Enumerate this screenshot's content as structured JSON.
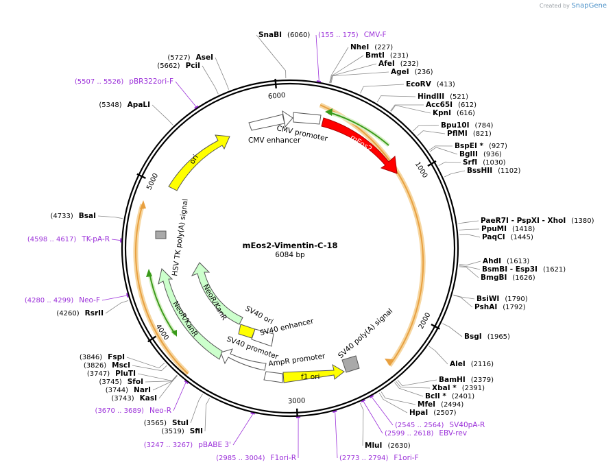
{
  "credit": {
    "prefix": "Created by",
    "brand": "SnapGene"
  },
  "plasmid": {
    "name": "mEos2-Vimentin-C-18",
    "length": "6084 bp"
  },
  "backbone_ticks": [
    {
      "label": "1000",
      "bp": 1000
    },
    {
      "label": "2000",
      "bp": 2000
    },
    {
      "label": "3000",
      "bp": 3000
    },
    {
      "label": "4000",
      "bp": 4000
    },
    {
      "label": "5000",
      "bp": 5000
    },
    {
      "label": "6000",
      "bp": 6000
    }
  ],
  "sites": [
    {
      "name": "SnaBI",
      "pos": "(6060)",
      "bp": 6060
    },
    {
      "name": "NheI",
      "pos": "(227)",
      "bp": 227
    },
    {
      "name": "BmtI",
      "pos": "(231)",
      "bp": 231
    },
    {
      "name": "AfeI",
      "pos": "(232)",
      "bp": 232
    },
    {
      "name": "AgeI",
      "pos": "(236)",
      "bp": 236
    },
    {
      "name": "EcoRV",
      "pos": "(413)",
      "bp": 413
    },
    {
      "name": "HindIII",
      "pos": "(521)",
      "bp": 521
    },
    {
      "name": "Acc65I",
      "pos": "(612)",
      "bp": 612
    },
    {
      "name": "KpnI",
      "pos": "(616)",
      "bp": 616
    },
    {
      "name": "Bpu10I",
      "pos": "(784)",
      "bp": 784
    },
    {
      "name": "PflMI",
      "pos": "(821)",
      "bp": 821
    },
    {
      "name": "BspEI *",
      "pos": "(927)",
      "bp": 927
    },
    {
      "name": "BglII",
      "pos": "(936)",
      "bp": 936
    },
    {
      "name": "SrfI",
      "pos": "(1030)",
      "bp": 1030
    },
    {
      "name": "BssHII",
      "pos": "(1102)",
      "bp": 1102
    },
    {
      "name": "PaeR7I  - PspXI  - XhoI",
      "pos": "(1380)",
      "bp": 1380
    },
    {
      "name": "PpuMI",
      "pos": "(1418)",
      "bp": 1418
    },
    {
      "name": "PaqCI",
      "pos": "(1445)",
      "bp": 1445
    },
    {
      "name": "AhdI",
      "pos": "(1613)",
      "bp": 1613
    },
    {
      "name": "BsmBI  - Esp3I",
      "pos": "(1621)",
      "bp": 1621
    },
    {
      "name": "BmgBI",
      "pos": "(1626)",
      "bp": 1626
    },
    {
      "name": "BsiWI",
      "pos": "(1790)",
      "bp": 1790
    },
    {
      "name": "PshAI",
      "pos": "(1792)",
      "bp": 1792
    },
    {
      "name": "BsgI",
      "pos": "(1965)",
      "bp": 1965
    },
    {
      "name": "AleI",
      "pos": "(2116)",
      "bp": 2116
    },
    {
      "name": "BamHI",
      "pos": "(2379)",
      "bp": 2379
    },
    {
      "name": "XbaI *",
      "pos": "(2391)",
      "bp": 2391
    },
    {
      "name": "BclI *",
      "pos": "(2401)",
      "bp": 2401
    },
    {
      "name": "MfeI",
      "pos": "(2494)",
      "bp": 2494
    },
    {
      "name": "HpaI",
      "pos": "(2507)",
      "bp": 2507
    },
    {
      "name": "MluI",
      "pos": "(2630)",
      "bp": 2630
    },
    {
      "name": "SfiI",
      "pos": "(3519)",
      "bp": 3519
    },
    {
      "name": "StuI",
      "pos": "(3565)",
      "bp": 3565
    },
    {
      "name": "KasI",
      "pos": "(3743)",
      "bp": 3743
    },
    {
      "name": "NarI",
      "pos": "(3744)",
      "bp": 3744
    },
    {
      "name": "SfoI",
      "pos": "(3745)",
      "bp": 3745
    },
    {
      "name": "PluTI",
      "pos": "(3747)",
      "bp": 3747
    },
    {
      "name": "MscI",
      "pos": "(3826)",
      "bp": 3826
    },
    {
      "name": "FspI",
      "pos": "(3846)",
      "bp": 3846
    },
    {
      "name": "RsrII",
      "pos": "(4260)",
      "bp": 4260
    },
    {
      "name": "BsaI",
      "pos": "(4733)",
      "bp": 4733
    },
    {
      "name": "ApaLI",
      "pos": "(5348)",
      "bp": 5348
    },
    {
      "name": "PciI",
      "pos": "(5662)",
      "bp": 5662
    },
    {
      "name": "AseI",
      "pos": "(5727)",
      "bp": 5727
    }
  ],
  "primers": [
    {
      "name": "CMV-F",
      "range": "(155 .. 175)",
      "bp": 165
    },
    {
      "name": "SV40pA-R",
      "range": "(2545 .. 2564)",
      "bp": 2555
    },
    {
      "name": "EBV-rev",
      "range": "(2599 .. 2618)",
      "bp": 2609
    },
    {
      "name": "F1ori-F",
      "range": "(2773 .. 2794)",
      "bp": 2783
    },
    {
      "name": "F1ori-R",
      "range": "(2985 .. 3004)",
      "bp": 2995
    },
    {
      "name": "pBABE 3'",
      "range": "(3247 .. 3267)",
      "bp": 3257
    },
    {
      "name": "Neo-R",
      "range": "(3670 .. 3689)",
      "bp": 3680
    },
    {
      "name": "Neo-F",
      "range": "(4280 .. 4299)",
      "bp": 4290
    },
    {
      "name": "TK-pA-R",
      "range": "(4598 .. 4617)",
      "bp": 4608
    },
    {
      "name": "pBR322ori-F",
      "range": "(5507 .. 5526)",
      "bp": 5516
    }
  ],
  "features": [
    {
      "name": "CMV enhancer",
      "color": "#ffffff"
    },
    {
      "name": "CMV promoter",
      "color": "#ffffff"
    },
    {
      "name": "mEos2",
      "color": "#ff0000"
    },
    {
      "name": "SV40 poly(A) signal",
      "color": "#a9a9a9"
    },
    {
      "name": "f1 ori",
      "color": "#ffff00"
    },
    {
      "name": "AmpR promoter",
      "color": "#ffffff"
    },
    {
      "name": "SV40 promoter",
      "color": "#ffffff"
    },
    {
      "name": "SV40 ori",
      "color": "#ffff00"
    },
    {
      "name": "SV40 enhancer",
      "color": "#ffffff"
    },
    {
      "name": "NeoR/KanR",
      "color": "#ccffcc"
    },
    {
      "name": "NeoR/KanR",
      "color": "#ccffcc"
    },
    {
      "name": "HSV TK poly(A) signal",
      "color": "#a9a9a9"
    },
    {
      "name": "ori",
      "color": "#ffff00"
    }
  ],
  "colors": {
    "primer": "#9b30d9",
    "orf_orange": "#e8a040",
    "orf_green": "#3a9a1a",
    "backbone": "#000000",
    "leader": "#888888"
  }
}
